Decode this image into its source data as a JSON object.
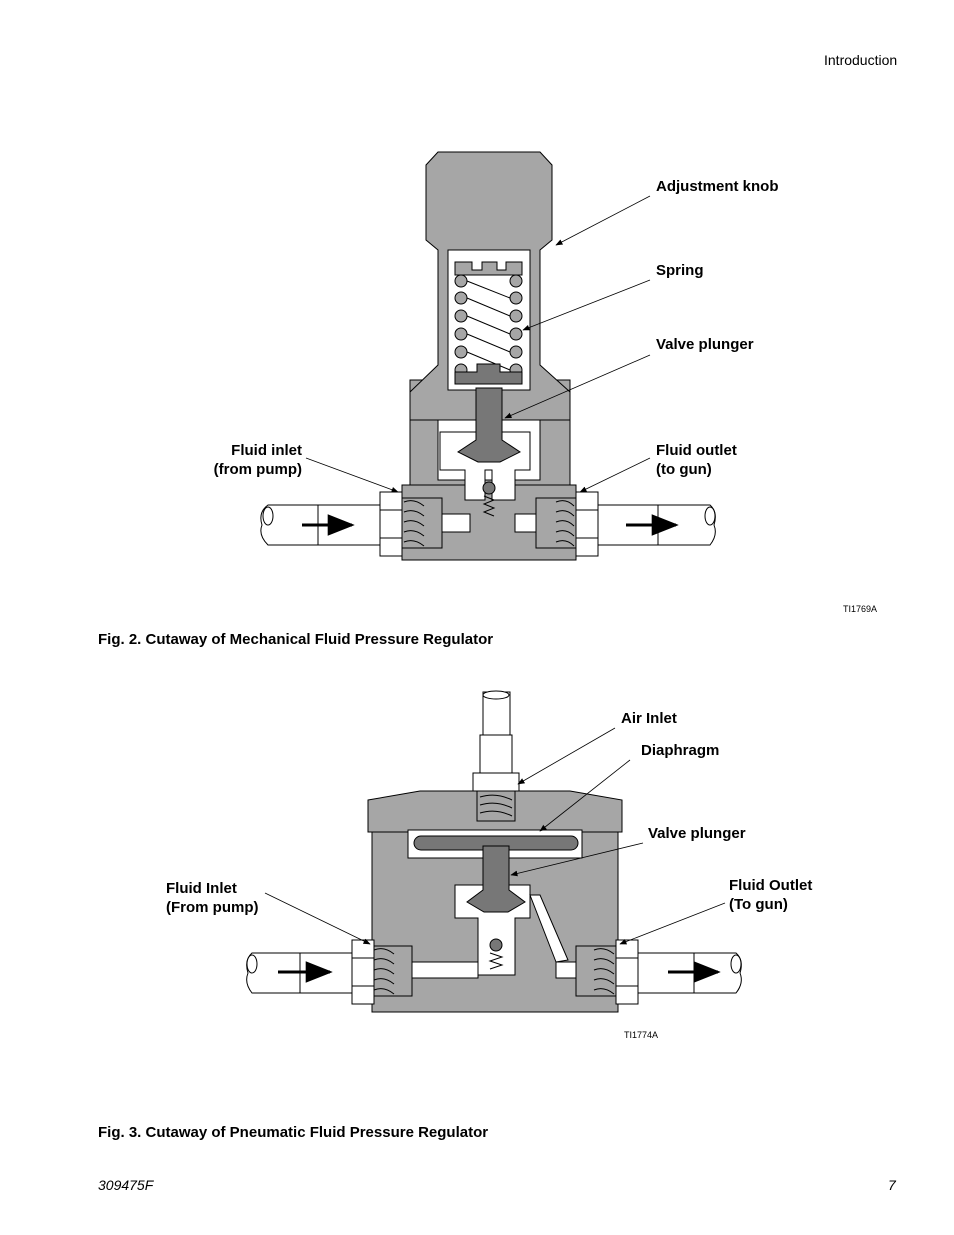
{
  "header": {
    "section": "Introduction"
  },
  "figure2": {
    "caption": "Fig. 2. Cutaway of Mechanical Fluid Pressure Regulator",
    "labels": {
      "adjustment_knob": "Adjustment knob",
      "spring": "Spring",
      "valve_plunger": "Valve plunger",
      "fluid_inlet": [
        "Fluid inlet",
        "(from pump)"
      ],
      "fluid_outlet": [
        "Fluid outlet",
        "(to gun)"
      ]
    },
    "id": "TI1769A"
  },
  "figure3": {
    "caption": "Fig. 3. Cutaway of Pneumatic Fluid Pressure Regulator",
    "labels": {
      "air_inlet": "Air Inlet",
      "diaphragm": "Diaphragm",
      "valve_plunger": "Valve plunger",
      "fluid_inlet": [
        "Fluid Inlet",
        "(From pump)"
      ],
      "fluid_outlet": [
        "Fluid Outlet",
        "(To gun)"
      ]
    },
    "id": "TI1774A"
  },
  "footer": {
    "doc_number": "309475F",
    "page_number": "7"
  },
  "colors": {
    "body_fill": "#a6a6a6",
    "dark_fill": "#777777",
    "cavity_fill": "#ffffff",
    "line": "#000000"
  }
}
